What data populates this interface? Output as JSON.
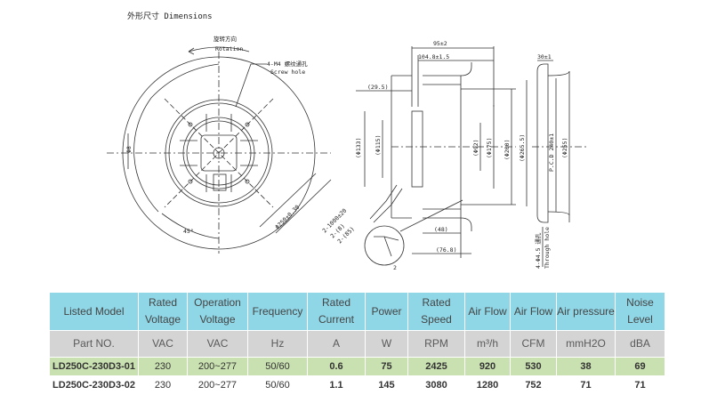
{
  "title": "外形尺寸 Dimensions",
  "drawing": {
    "rotation_cn": "旋转方向",
    "rotation_en": "Rotation",
    "screw_hole_cn": "4-M4 螺纹通孔",
    "screw_hole_en": "Screw hole",
    "phi250_dim": "Φ250±0.30",
    "angle": "45°",
    "phi_left": "Φ8",
    "dim_95": "95±2",
    "dim_104": "104.8±1.5",
    "dim_29": "(29.5)",
    "phi_133": "(Φ133)",
    "phi_115": "(Φ115)",
    "phi_92": "(Φ92)",
    "phi_175": "(Φ175)",
    "phi_200": "(Φ200)",
    "cable_1": "2-1000±20",
    "cable_2": "2-(8)",
    "cable_3": "2-(85)",
    "dim_48": "(48)",
    "dim_76": "(76.8)",
    "dim_2": "2",
    "dim_30": "30±1",
    "phi_265": "(Φ265.5)",
    "pcd": "P.C.D 240±1",
    "phi_255": "(Φ255)",
    "through_hole_1": "4-Φ4.5 通孔",
    "through_hole_2": "Through hole"
  },
  "table": {
    "headers": [
      "Listed Model",
      "Rated Voltage",
      "Operation Voltage",
      "Frequency",
      "Rated Current",
      "Power",
      "Rated Speed",
      "Air Flow",
      "Air Flow",
      "Air pressure",
      "Noise Level"
    ],
    "units": [
      "Part NO.",
      "VAC",
      "VAC",
      "Hz",
      "A",
      "W",
      "RPM",
      "m³/h",
      "CFM",
      "mmH2O",
      "dBA"
    ],
    "rows": [
      [
        "LD250C-230D3-01",
        "230",
        "200~277",
        "50/60",
        "0.6",
        "75",
        "2425",
        "920",
        "530",
        "38",
        "69"
      ],
      [
        "LD250C-230D3-02",
        "230",
        "200~277",
        "50/60",
        "1.1",
        "145",
        "3080",
        "1280",
        "752",
        "71",
        "71"
      ]
    ]
  }
}
